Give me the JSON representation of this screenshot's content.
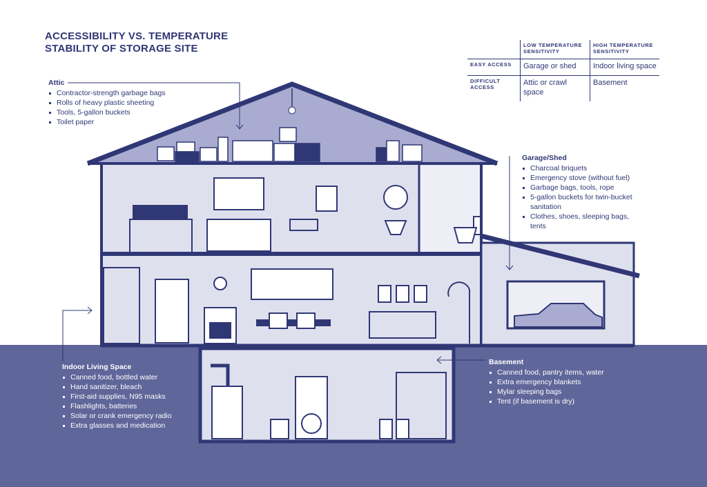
{
  "title": "Accessibility vs. Temperature Stability of Storage Site",
  "matrix": {
    "col_headers": [
      "Low Temperature Sensitivity",
      "High Temperature Sensitivity"
    ],
    "rows": [
      {
        "label": "Easy Access",
        "cells": [
          "Garage or shed",
          "Indoor living space"
        ]
      },
      {
        "label": "Difficult Access",
        "cells": [
          "Attic or crawl space",
          "Basement"
        ]
      }
    ]
  },
  "sections": {
    "attic": {
      "heading": "Attic",
      "items": [
        "Contractor-strength garbage bags",
        "Rolls of heavy plastic sheeting",
        "Tools, 5-gallon buckets",
        "Toilet paper"
      ]
    },
    "garage": {
      "heading": "Garage/Shed",
      "items": [
        "Charcoal briquets",
        "Emergency stove (without fuel)",
        "Garbage bags, tools, rope",
        "5-gallon buckets for twin-bucket sanitation",
        "Clothes, shoes, sleeping bags, tents"
      ]
    },
    "indoor": {
      "heading": "Indoor Living Space",
      "items": [
        "Canned food, bottled water",
        "Hand sanitizer, bleach",
        "First-aid supplies, N95 masks",
        "Flashlights, batteries",
        "Solar or crank emergency radio",
        "Extra glasses and medication"
      ]
    },
    "basement": {
      "heading": "Basement",
      "items": [
        "Canned food, pantry items, water",
        "Extra emergency blankets",
        "Mylar sleeping bags",
        "Tent (if basement is dry)"
      ]
    }
  },
  "colors": {
    "navy": "#2f3775",
    "ground": "#5f6699",
    "attic": "#a9acd0",
    "room": "#dfe0ee"
  }
}
